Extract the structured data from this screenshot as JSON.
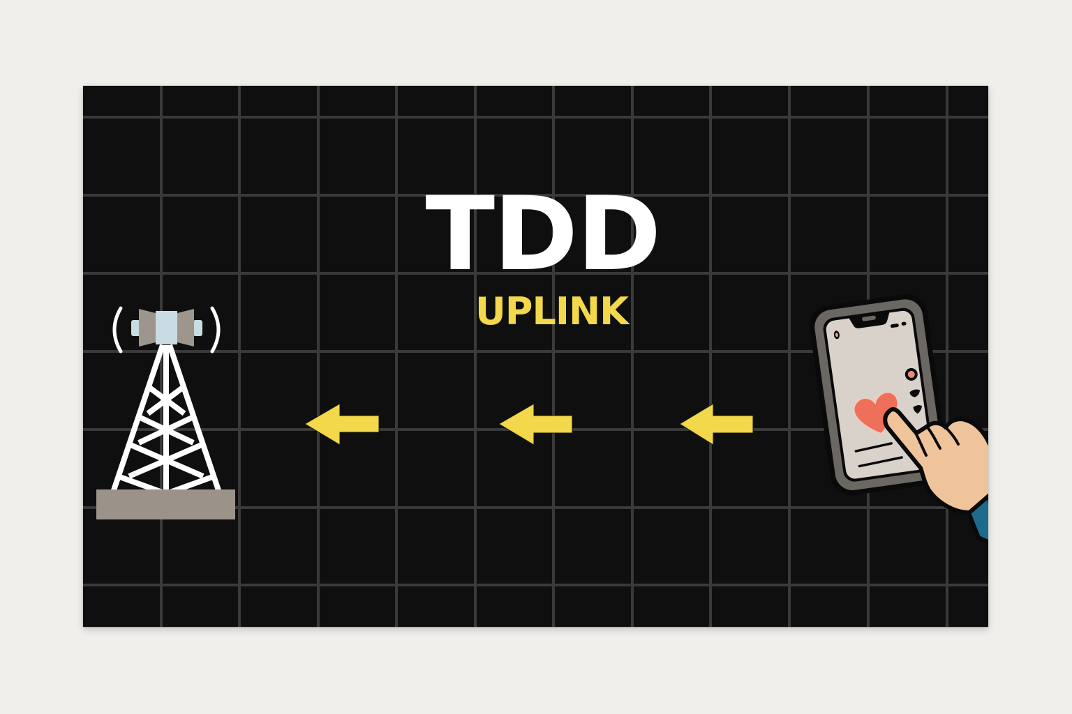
{
  "diagram": {
    "title": "TDD",
    "direction_label": "UPLINK",
    "flow": {
      "from": "mobile-phone",
      "to": "cell-tower",
      "arrow_count": 3,
      "arrow_direction": "left"
    },
    "nodes": [
      {
        "id": "cell-tower",
        "label": "Base station tower",
        "position": "left"
      },
      {
        "id": "mobile-phone",
        "label": "Smartphone tapped by hand (heart on screen)",
        "position": "right"
      }
    ]
  },
  "colors": {
    "page_background": "#f0efec",
    "panel_background": "#0f0f0f",
    "grid_line": "#3a3a3a",
    "title": "#ffffff",
    "label_accent": "#f2d84a",
    "arrow": "#f2d84a",
    "tower_structure": "#ffffff",
    "tower_base": "#9b928a",
    "antenna_body": "#c9dce3",
    "antenna_wings": "#9e958c",
    "phone_body": "#6b6763",
    "phone_screen": "#d8d2ca",
    "heart": "#ee6f5a",
    "skin": "#f0c49a",
    "sleeve": "#1e6a8c"
  }
}
